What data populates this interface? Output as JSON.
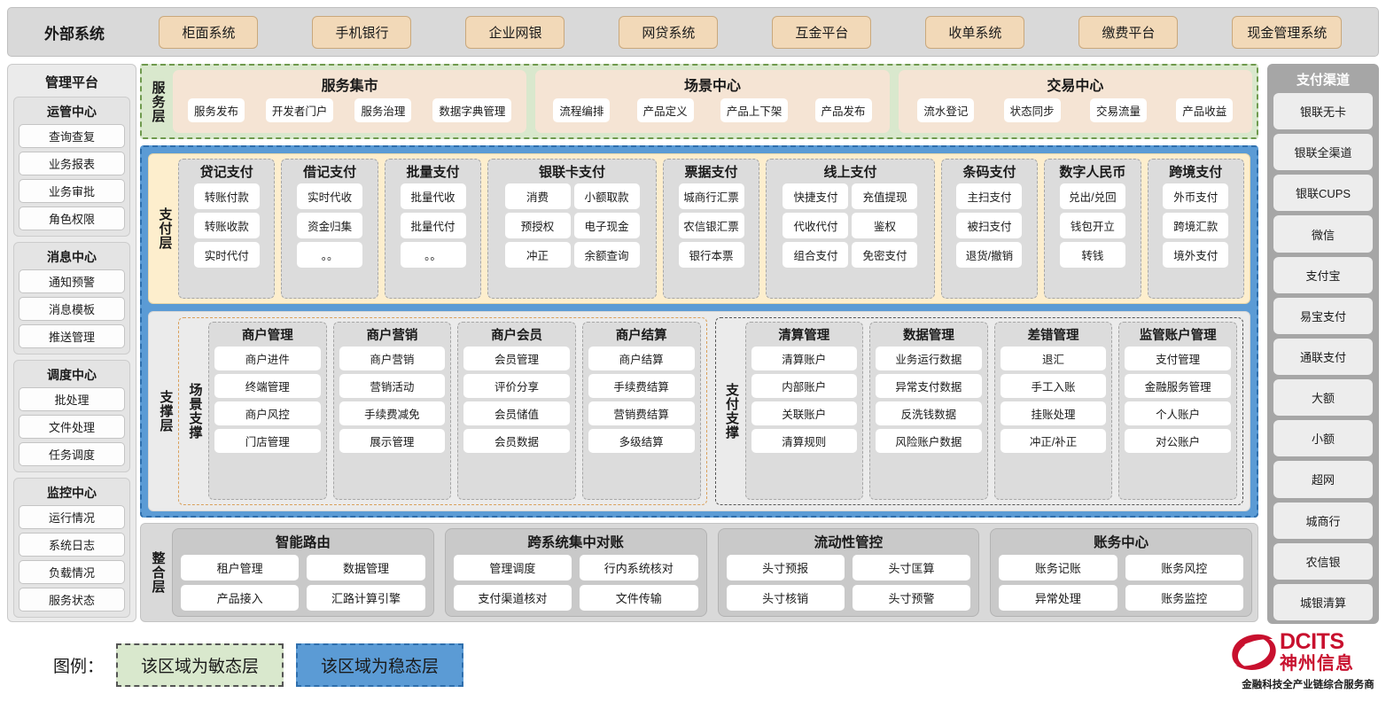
{
  "external": {
    "title": "外部系统",
    "items": [
      "柜面系统",
      "手机银行",
      "企业网银",
      "网贷系统",
      "互金平台",
      "收单系统",
      "缴费平台",
      "现金管理系统"
    ]
  },
  "mgmt": {
    "title": "管理平台",
    "groups": [
      {
        "title": "运管中心",
        "items": [
          "查询查复",
          "业务报表",
          "业务审批",
          "角色权限"
        ]
      },
      {
        "title": "消息中心",
        "items": [
          "通知预警",
          "消息模板",
          "推送管理"
        ]
      },
      {
        "title": "调度中心",
        "items": [
          "批处理",
          "文件处理",
          "任务调度"
        ]
      },
      {
        "title": "监控中心",
        "items": [
          "运行情况",
          "系统日志",
          "负载情况",
          "服务状态"
        ]
      }
    ]
  },
  "service_layer": {
    "label": "服务层",
    "groups": [
      {
        "title": "服务集市",
        "items": [
          "服务发布",
          "开发者门户",
          "服务治理",
          "数据字典管理"
        ]
      },
      {
        "title": "场景中心",
        "items": [
          "流程编排",
          "产品定义",
          "产品上下架",
          "产品发布"
        ]
      },
      {
        "title": "交易中心",
        "items": [
          "流水登记",
          "状态同步",
          "交易流量",
          "产品收益"
        ]
      }
    ]
  },
  "payment_layer": {
    "label": "支付层",
    "groups": [
      {
        "title": "贷记支付",
        "cols": 1,
        "items": [
          "转账付款",
          "转账收款",
          "实时代付"
        ]
      },
      {
        "title": "借记支付",
        "cols": 1,
        "items": [
          "实时代收",
          "资金归集",
          "。。"
        ]
      },
      {
        "title": "批量支付",
        "cols": 1,
        "items": [
          "批量代收",
          "批量代付",
          "。。"
        ]
      },
      {
        "title": "银联卡支付",
        "cols": 2,
        "items": [
          "消费",
          "小额取款",
          "预授权",
          "电子现金",
          "冲正",
          "余额查询"
        ]
      },
      {
        "title": "票据支付",
        "cols": 1,
        "items": [
          "城商行汇票",
          "农信银汇票",
          "银行本票"
        ]
      },
      {
        "title": "线上支付",
        "cols": 2,
        "items": [
          "快捷支付",
          "充值提现",
          "代收代付",
          "鉴权",
          "组合支付",
          "免密支付"
        ]
      },
      {
        "title": "条码支付",
        "cols": 1,
        "items": [
          "主扫支付",
          "被扫支付",
          "退货/撤销"
        ]
      },
      {
        "title": "数字人民币",
        "cols": 1,
        "items": [
          "兑出/兑回",
          "钱包开立",
          "转钱"
        ]
      },
      {
        "title": "跨境支付",
        "cols": 1,
        "items": [
          "外币支付",
          "跨境汇款",
          "境外支付"
        ]
      }
    ]
  },
  "support_layer": {
    "label": "支撑层",
    "halves": [
      {
        "label": "场景支撑",
        "style": "scene",
        "cols": [
          {
            "title": "商户管理",
            "items": [
              "商户进件",
              "终端管理",
              "商户风控",
              "门店管理"
            ]
          },
          {
            "title": "商户营销",
            "items": [
              "商户营销",
              "营销活动",
              "手续费减免",
              "展示管理"
            ]
          },
          {
            "title": "商户会员",
            "items": [
              "会员管理",
              "评价分享",
              "会员储值",
              "会员数据"
            ]
          },
          {
            "title": "商户结算",
            "items": [
              "商户结算",
              "手续费结算",
              "营销费结算",
              "多级结算"
            ]
          }
        ]
      },
      {
        "label": "支付支撑",
        "style": "paysup",
        "cols": [
          {
            "title": "清算管理",
            "items": [
              "清算账户",
              "内部账户",
              "关联账户",
              "清算规则"
            ]
          },
          {
            "title": "数据管理",
            "items": [
              "业务运行数据",
              "异常支付数据",
              "反洗钱数据",
              "风险账户数据"
            ]
          },
          {
            "title": "差错管理",
            "items": [
              "退汇",
              "手工入账",
              "挂账处理",
              "冲正/补正"
            ]
          },
          {
            "title": "监管账户管理",
            "items": [
              "支付管理",
              "金融服务管理",
              "个人账户",
              "对公账户"
            ]
          }
        ]
      }
    ]
  },
  "integration_layer": {
    "label": "整合层",
    "groups": [
      {
        "title": "智能路由",
        "items": [
          "租户管理",
          "数据管理",
          "产品接入",
          "汇路计算引擎"
        ]
      },
      {
        "title": "跨系统集中对账",
        "items": [
          "管理调度",
          "行内系统核对",
          "支付渠道核对",
          "文件传输"
        ]
      },
      {
        "title": "流动性管控",
        "items": [
          "头寸预报",
          "头寸匡算",
          "头寸核销",
          "头寸预警"
        ]
      },
      {
        "title": "账务中心",
        "items": [
          "账务记账",
          "账务风控",
          "异常处理",
          "账务监控"
        ]
      }
    ]
  },
  "pay_channels": {
    "title": "支付渠道",
    "items": [
      "银联无卡",
      "银联全渠道",
      "银联CUPS",
      "微信",
      "支付宝",
      "易宝支付",
      "通联支付",
      "大额",
      "小额",
      "超网",
      "城商行",
      "农信银",
      "城银清算"
    ]
  },
  "legend": {
    "label": "图例：",
    "agile": "该区域为敏态层",
    "stable": "该区域为稳态层"
  },
  "logo": {
    "en": "DCITS",
    "cn": "神州信息",
    "tagline": "金融科技全产业链综合服务商"
  },
  "colors": {
    "agile_green": "#d9e8cd",
    "stable_blue": "#5b9bd5",
    "payment_cream": "#fdeecd",
    "service_group": "#f5e4d4",
    "external_chip": "#f2d9b8",
    "brand_red": "#c8102e"
  }
}
